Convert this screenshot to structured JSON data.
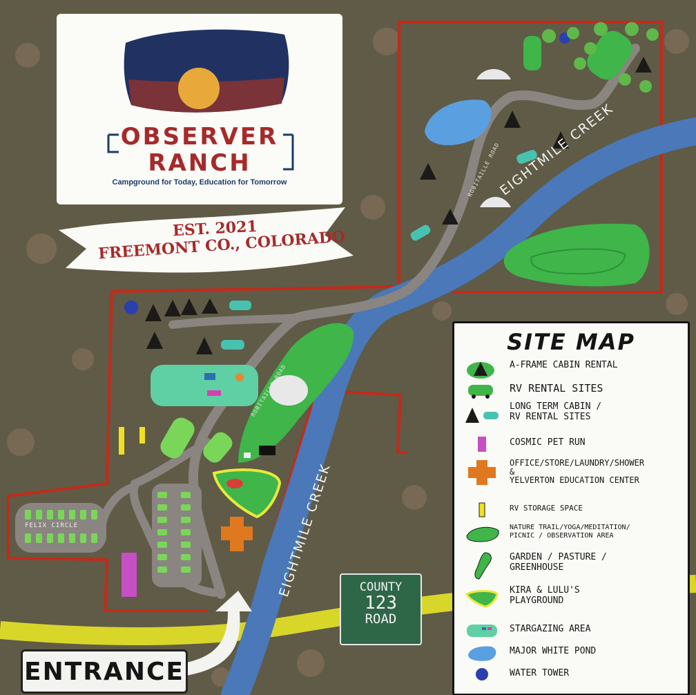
{
  "logo": {
    "title_line1": "OBSERVER",
    "title_line2": "RANCH",
    "tagline": "Campground for Today, Education for Tomorrow"
  },
  "banner": {
    "line1": "EST. 2021",
    "line2": "FREEMONT CO., COLORADO"
  },
  "labels": {
    "creek_upper": "EIGHTMILE CREEK",
    "creek_lower": "EIGHTMILE CREEK",
    "road_upper": "ROBITAILLE ROAD",
    "road_lower": "ROBITAILLE ROAD",
    "felix_circle": "FELIX CIRCLE",
    "county_line1": "COUNTY",
    "county_line2": "123",
    "county_line3": "ROAD",
    "entrance": "ENTRANCE"
  },
  "legend": {
    "title": "SITE MAP",
    "items": [
      {
        "icon": "a-frame-cabin-icon",
        "label": "A-FRAME CABIN RENTAL"
      },
      {
        "icon": "rv-rental-icon",
        "label": "RV RENTAL SITES"
      },
      {
        "icon": "long-term-cabin-rv-icon",
        "label": "LONG TERM CABIN /\nRV RENTAL SITES"
      },
      {
        "icon": "pet-run-icon",
        "label": "COSMIC PET RUN"
      },
      {
        "icon": "office-cross-icon",
        "label": "OFFICE/STORE/LAUNDRY/SHOWER\n&\nYELVERTON EDUCATION CENTER"
      },
      {
        "icon": "rv-storage-icon",
        "label": "RV STORAGE SPACE"
      },
      {
        "icon": "nature-trail-icon",
        "label": "NATURE TRAIL/YOGA/MEDITATION/\nPICNIC / OBSERVATION AREA"
      },
      {
        "icon": "garden-icon",
        "label": "GARDEN / PASTURE /\nGREENHOUSE"
      },
      {
        "icon": "playground-icon",
        "label": "KIRA & LULU'S\nPLAYGROUND"
      },
      {
        "icon": "stargazing-icon",
        "label": "STARGAZING AREA"
      },
      {
        "icon": "pond-icon",
        "label": "MAJOR WHITE POND"
      },
      {
        "icon": "water-tower-icon",
        "label": "WATER TOWER"
      }
    ]
  },
  "colors": {
    "ground": "#5f5b46",
    "boundary": "#c42a1a",
    "creek": "#4a78b8",
    "road": "#8a8580",
    "county_road": "#d9d62a",
    "grass": "#3fb54a",
    "rv": "#48c2b0",
    "pet_run": "#c64fc4",
    "office": "#e07820",
    "storage": "#f0e020"
  }
}
